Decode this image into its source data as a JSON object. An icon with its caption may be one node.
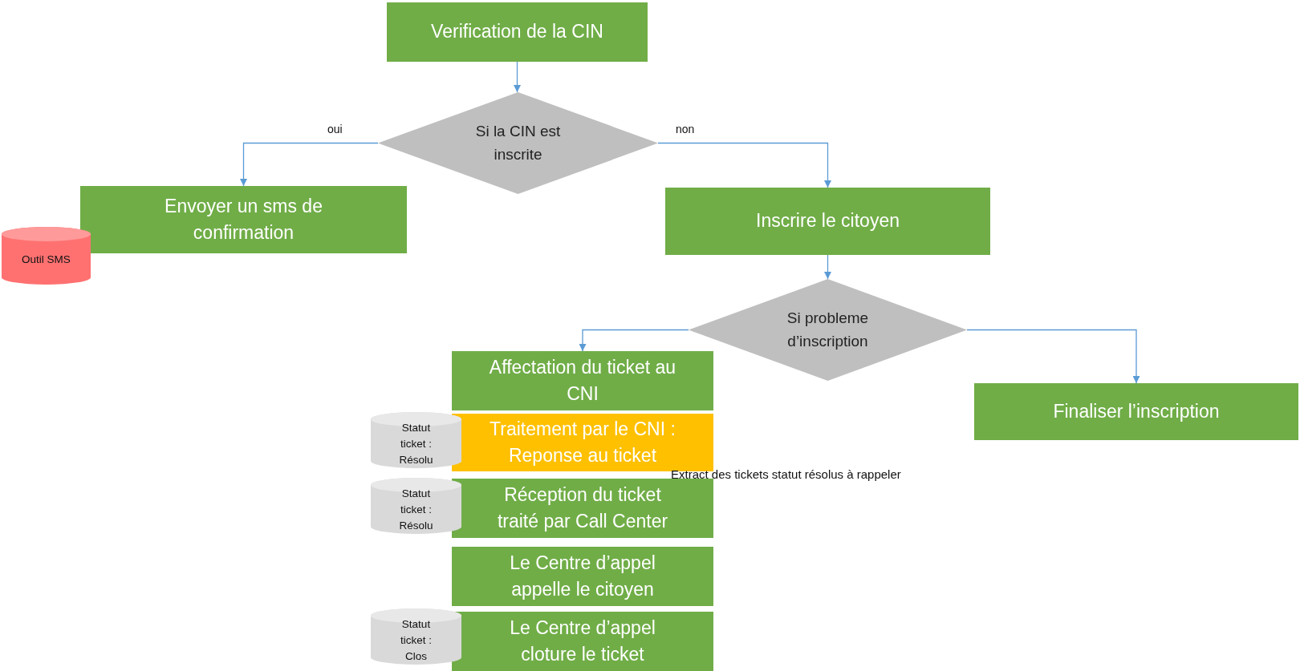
{
  "diagram": {
    "nodes": [
      {
        "text": [
          "Verification de la CIN"
        ]
      },
      {
        "text": [
          "Si la CIN est inscrite"
        ]
      },
      {
        "text": [
          "Envoyer un sms de confirmation"
        ]
      },
      {
        "text": [
          "Outil SMS"
        ]
      },
      {
        "text": [
          "Inscrire le citoyen"
        ]
      },
      {
        "text": [
          "Si probleme d’inscription"
        ]
      },
      {
        "text": [
          "Affectation du ticket au CNI"
        ]
      },
      {
        "text": [
          "Statut ticket : Résolu"
        ]
      },
      {
        "text": [
          "Traitement par le CNI : Reponse au ticket"
        ]
      },
      {
        "text": [
          "Statut ticket : Résolu"
        ]
      },
      {
        "text": [
          "Réception du ticket traité par Call Center"
        ]
      },
      {
        "text": [
          "Le Centre d’appel appelle le citoyen"
        ]
      },
      {
        "text": [
          "Statut ticket : Clos"
        ]
      },
      {
        "text": [
          "Le Centre d’appel cloture le ticket"
        ]
      },
      {
        "text": [
          "Finaliser l’inscription"
        ]
      }
    ],
    "edges": [
      {
        "from": 0,
        "to": 1,
        "arrow": "to"
      },
      {
        "from": 1,
        "to": 2,
        "arrow": "to",
        "label": "oui"
      },
      {
        "from": 1,
        "to": 4,
        "arrow": "to",
        "label": "non"
      },
      {
        "from": 4,
        "to": 5,
        "arrow": "to"
      },
      {
        "from": 5,
        "to": 6,
        "arrow": "to"
      },
      {
        "from": 5,
        "to": 14,
        "arrow": "to"
      }
    ],
    "labels": [
      "Extract des tickets statut résolus à rappeler"
    ]
  }
}
